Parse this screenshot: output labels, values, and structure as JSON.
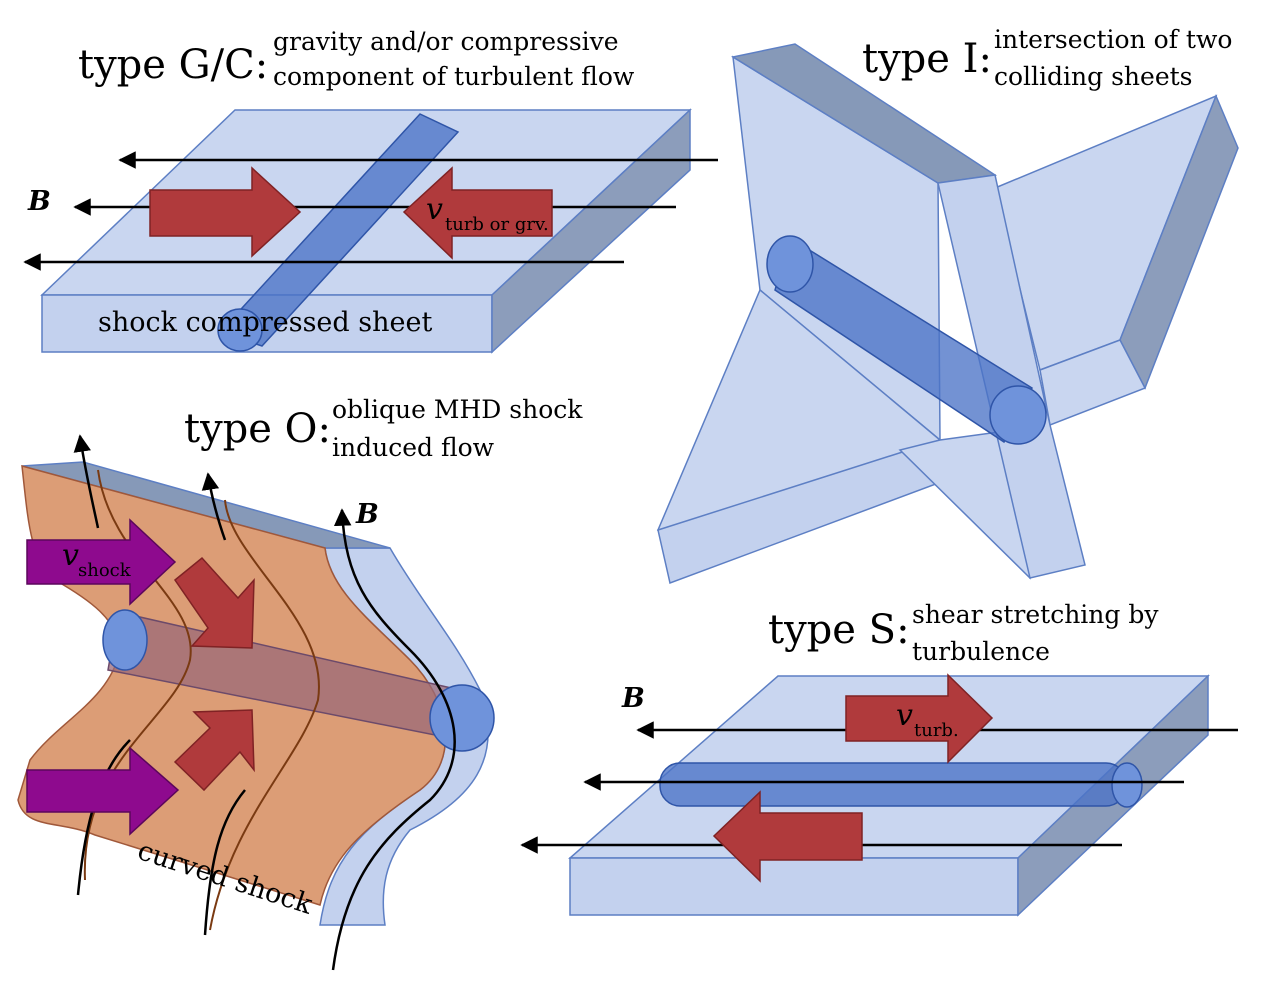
{
  "panels": {
    "gc": {
      "title": "type G/C:",
      "desc_line1": "gravity and/or compressive",
      "desc_line2": "component of turbulent flow",
      "b_label": "B",
      "v_main": "v",
      "v_sub": "turb or grv.",
      "sheet_label": "shock compressed sheet"
    },
    "i": {
      "title": "type I:",
      "desc_line1": "intersection of two",
      "desc_line2": "colliding sheets"
    },
    "o": {
      "title": "type O:",
      "desc_line1": "oblique MHD shock",
      "desc_line2": "induced flow",
      "b_label": "B",
      "v_main": "v",
      "v_sub": "shock",
      "shock_label": "curved shock"
    },
    "s": {
      "title": "type S:",
      "desc_line1": "shear stretching by",
      "desc_line2": "turbulence",
      "b_label": "B",
      "v_main": "v",
      "v_sub": "turb."
    }
  },
  "colors": {
    "sheet": "#c9d6f0",
    "filament": "#4b73c6",
    "flow_arrow": "#b03a3c",
    "shock_arrow": "#8e0a8e",
    "shock_sheet": "#d9956a"
  }
}
